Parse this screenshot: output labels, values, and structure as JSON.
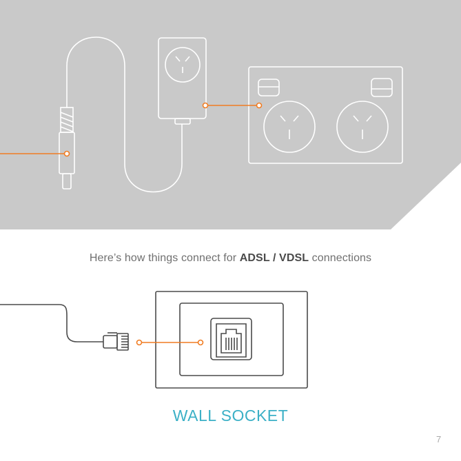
{
  "caption": {
    "prefix": "Here’s how things connect for ",
    "bold": "ADSL / VDSL",
    "suffix": " connections"
  },
  "socket_label": "WALL SOCKET",
  "page_number": "7",
  "colors": {
    "panel_gray": "#c9c9c9",
    "line_white": "#ffffff",
    "line_dark": "#4a4a4a",
    "accent_orange": "#f07c22",
    "accent_teal": "#3bb0c6"
  }
}
